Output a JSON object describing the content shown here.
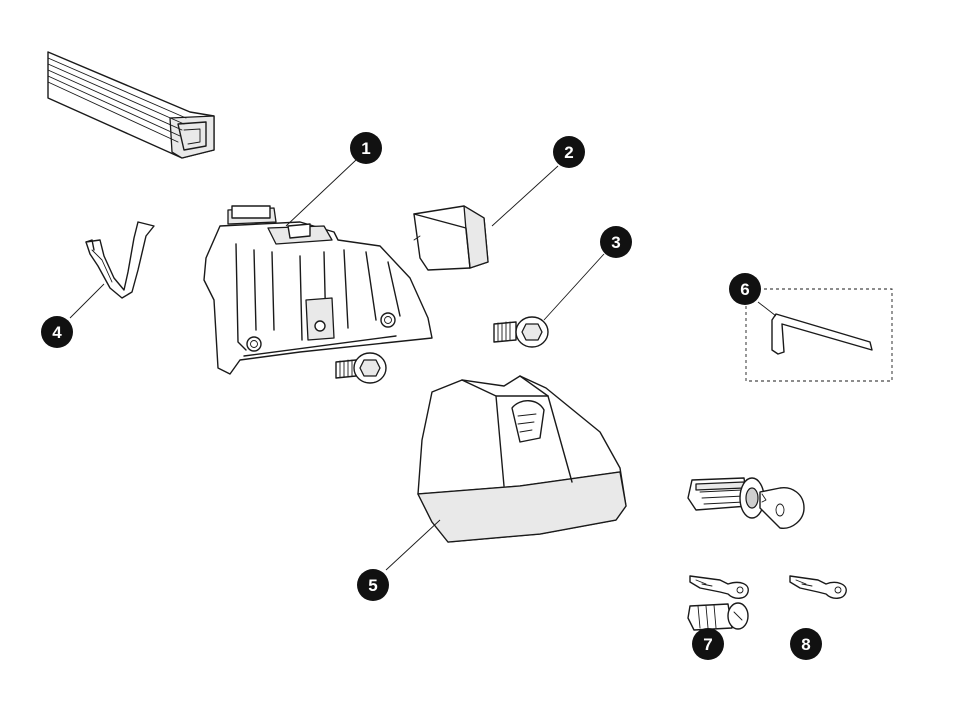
{
  "callouts": [
    {
      "id": "1",
      "label": "1",
      "part": "foot-pack-base"
    },
    {
      "id": "2",
      "label": "2",
      "part": "end-cap"
    },
    {
      "id": "3",
      "label": "3",
      "part": "hex-screw"
    },
    {
      "id": "4",
      "label": "4",
      "part": "fitting-clip"
    },
    {
      "id": "5",
      "label": "5",
      "part": "foot-cover"
    },
    {
      "id": "6",
      "label": "6",
      "part": "allen-key"
    },
    {
      "id": "7",
      "label": "7",
      "part": "lock-cylinder-with-keys"
    },
    {
      "id": "8",
      "label": "8",
      "part": "spare-key"
    }
  ],
  "colors": {
    "ink": "#1a1a1a",
    "badge": "#111111",
    "paper": "#ffffff",
    "shade": "#e9e9e9"
  }
}
